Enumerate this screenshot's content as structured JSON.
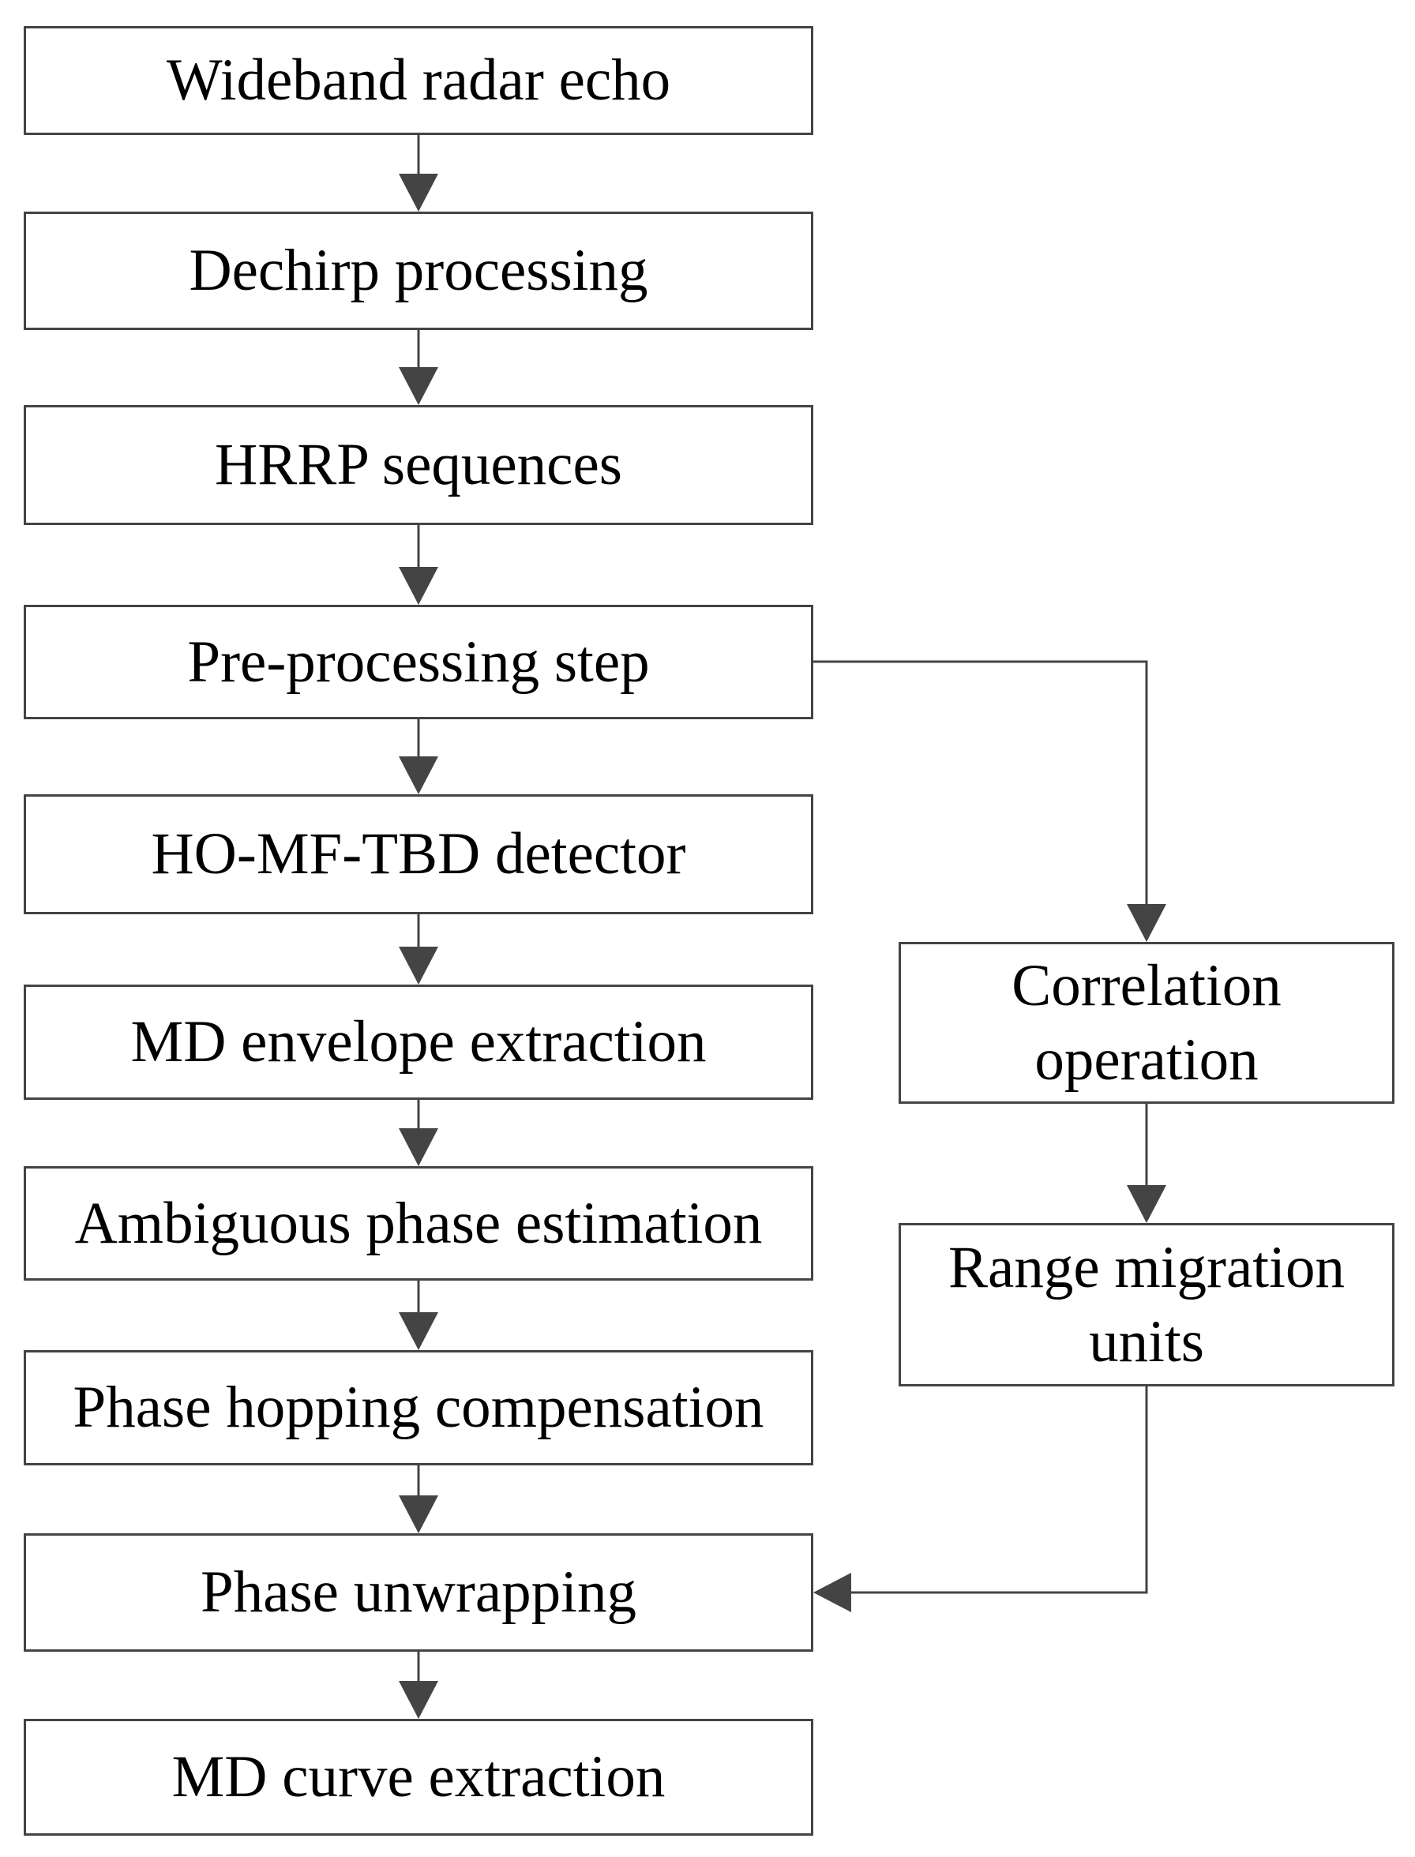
{
  "main_flow": [
    {
      "id": "wideband_radar_echo",
      "label": "Wideband radar echo"
    },
    {
      "id": "dechirp_processing",
      "label": "Dechirp processing"
    },
    {
      "id": "hrrp_sequences",
      "label": "HRRP sequences"
    },
    {
      "id": "pre_processing_step",
      "label": "Pre-processing step"
    },
    {
      "id": "ho_mf_tbd_detector",
      "label": "HO-MF-TBD detector"
    },
    {
      "id": "md_envelope_extraction",
      "label": "MD envelope extraction"
    },
    {
      "id": "ambiguous_phase_estimation",
      "label": "Ambiguous phase estimation"
    },
    {
      "id": "phase_hopping_compensation",
      "label": "Phase hopping compensation"
    },
    {
      "id": "phase_unwrapping",
      "label": "Phase unwrapping"
    },
    {
      "id": "md_curve_extraction",
      "label": "MD curve extraction"
    }
  ],
  "side_branch": [
    {
      "id": "correlation_operation",
      "lines": [
        "Correlation",
        "operation"
      ]
    },
    {
      "id": "range_migration_units",
      "lines": [
        "Range migration",
        "units"
      ]
    }
  ],
  "edges": [
    {
      "from": "wideband_radar_echo",
      "to": "dechirp_processing"
    },
    {
      "from": "dechirp_processing",
      "to": "hrrp_sequences"
    },
    {
      "from": "hrrp_sequences",
      "to": "pre_processing_step"
    },
    {
      "from": "pre_processing_step",
      "to": "ho_mf_tbd_detector"
    },
    {
      "from": "ho_mf_tbd_detector",
      "to": "md_envelope_extraction"
    },
    {
      "from": "md_envelope_extraction",
      "to": "ambiguous_phase_estimation"
    },
    {
      "from": "ambiguous_phase_estimation",
      "to": "phase_hopping_compensation"
    },
    {
      "from": "phase_hopping_compensation",
      "to": "phase_unwrapping"
    },
    {
      "from": "phase_unwrapping",
      "to": "md_curve_extraction"
    },
    {
      "from": "pre_processing_step",
      "to": "correlation_operation"
    },
    {
      "from": "correlation_operation",
      "to": "range_migration_units"
    },
    {
      "from": "range_migration_units",
      "to": "phase_unwrapping"
    }
  ],
  "colors": {
    "box_border": "#444444",
    "arrow": "#444444",
    "text": "#000000",
    "background": "#ffffff"
  }
}
